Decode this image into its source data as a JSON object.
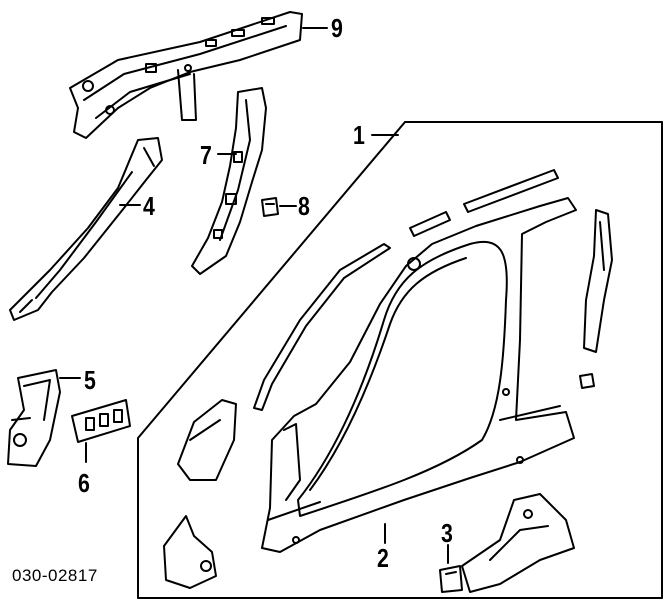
{
  "diagram": {
    "callouts": [
      "1",
      "2",
      "3",
      "4",
      "5",
      "6",
      "7",
      "8",
      "9"
    ],
    "reference_code": "030-02817",
    "ink_color": "#000000",
    "background": "#ffffff"
  }
}
